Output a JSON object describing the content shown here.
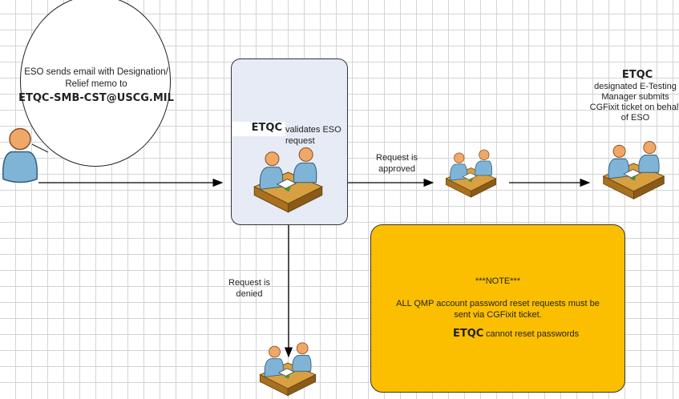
{
  "bubble": {
    "text": "ESO sends email with Designation/ Relief memo to",
    "email": "ETQC-SMB-CST@USCG.MIL"
  },
  "validate_step": {
    "org": "ETQC",
    "text": "validates ESO request"
  },
  "approved_label": "Request is approved",
  "denied_label": "Request is denied",
  "submit_step": {
    "org": "ETQC",
    "text": "designated E-Testing Manager submits CGFixit ticket on behalf of ESO"
  },
  "note": {
    "title": "***NOTE***",
    "body": "ALL QMP account password reset requests must be sent via CGFixit ticket.",
    "org": "ETQC",
    "tail": "cannot reset passwords"
  },
  "colors": {
    "note_fill": "#fcbf00",
    "box_fill": "#e6ebf5"
  }
}
